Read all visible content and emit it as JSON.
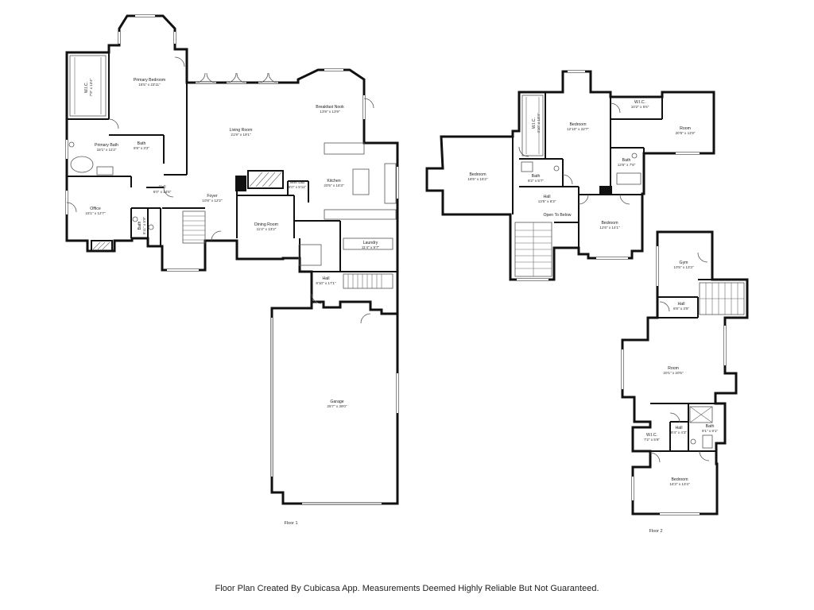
{
  "floors": [
    {
      "label": "Floor 1",
      "rooms": [
        {
          "name": "Primary Bedroom",
          "dims": "15'5\" x 23'11\""
        },
        {
          "name": "W.I.C.",
          "dims": "7'9\" x 13'4\""
        },
        {
          "name": "Living Room",
          "dims": "21'9\" x 19'1\""
        },
        {
          "name": "Breakfast Nook",
          "dims": "13'8\" x 13'9\""
        },
        {
          "name": "Primary Bath",
          "dims": "18'1\" x 11'2\""
        },
        {
          "name": "Bath",
          "dims": "5'9\" x 3'2\""
        },
        {
          "name": "Kitchen",
          "dims": "20'5\" x 16'3\""
        },
        {
          "name": "Wet Bar",
          "dims": "5'0\" x 5'11\""
        },
        {
          "name": "Hall",
          "dims": "6'0\" x 14'6\""
        },
        {
          "name": "Foyer",
          "dims": "10'8\" x 12'2\""
        },
        {
          "name": "Office",
          "dims": "15'1\" x 12'7\""
        },
        {
          "name": "Bath",
          "dims": "5'11\" x 5'9\""
        },
        {
          "name": "Dining Room",
          "dims": "11'4\" x 13'2\""
        },
        {
          "name": "Laundry",
          "dims": "11'4\" x 9'7\""
        },
        {
          "name": "Hall",
          "dims": "8'10\" x 17'1\""
        },
        {
          "name": "Garage",
          "dims": "25'7\" x 39'0\""
        }
      ]
    },
    {
      "label": "Floor 2",
      "rooms": [
        {
          "name": "Bedroom",
          "dims": "12'10\" x 22'7\""
        },
        {
          "name": "W.I.C.",
          "dims": "4'10\" x 13'4\""
        },
        {
          "name": "W.I.C.",
          "dims": "10'2\" x 5'6\""
        },
        {
          "name": "Room",
          "dims": "20'5\" x 11'9\""
        },
        {
          "name": "Bedroom",
          "dims": "18'6\" x 15'2\""
        },
        {
          "name": "Bath",
          "dims": "8'2\" x 5'7\""
        },
        {
          "name": "Bath",
          "dims": "12'6\" x 7'8\""
        },
        {
          "name": "Hall",
          "dims": "13'5\" x 6'3\""
        },
        {
          "name": "Open To Below",
          "dims": ""
        },
        {
          "name": "Bedroom",
          "dims": "12'6\" x 14'1\""
        },
        {
          "name": "Gym",
          "dims": "10'5\" x 13'3\""
        },
        {
          "name": "Hall",
          "dims": "8'8\" x 3'5\""
        },
        {
          "name": "Room",
          "dims": "20'1\" x 20'5\""
        },
        {
          "name": "Hall",
          "dims": "8'4\" x 4'3\""
        },
        {
          "name": "Bath",
          "dims": "9'1\" x 9'1\""
        },
        {
          "name": "W.I.C.",
          "dims": "7'2\" x 5'8\""
        },
        {
          "name": "Bedroom",
          "dims": "16'3\" x 13'4\""
        }
      ]
    }
  ],
  "footer": "Floor Plan Created By Cubicasa App. Measurements Deemed Highly Reliable But Not Guaranteed."
}
